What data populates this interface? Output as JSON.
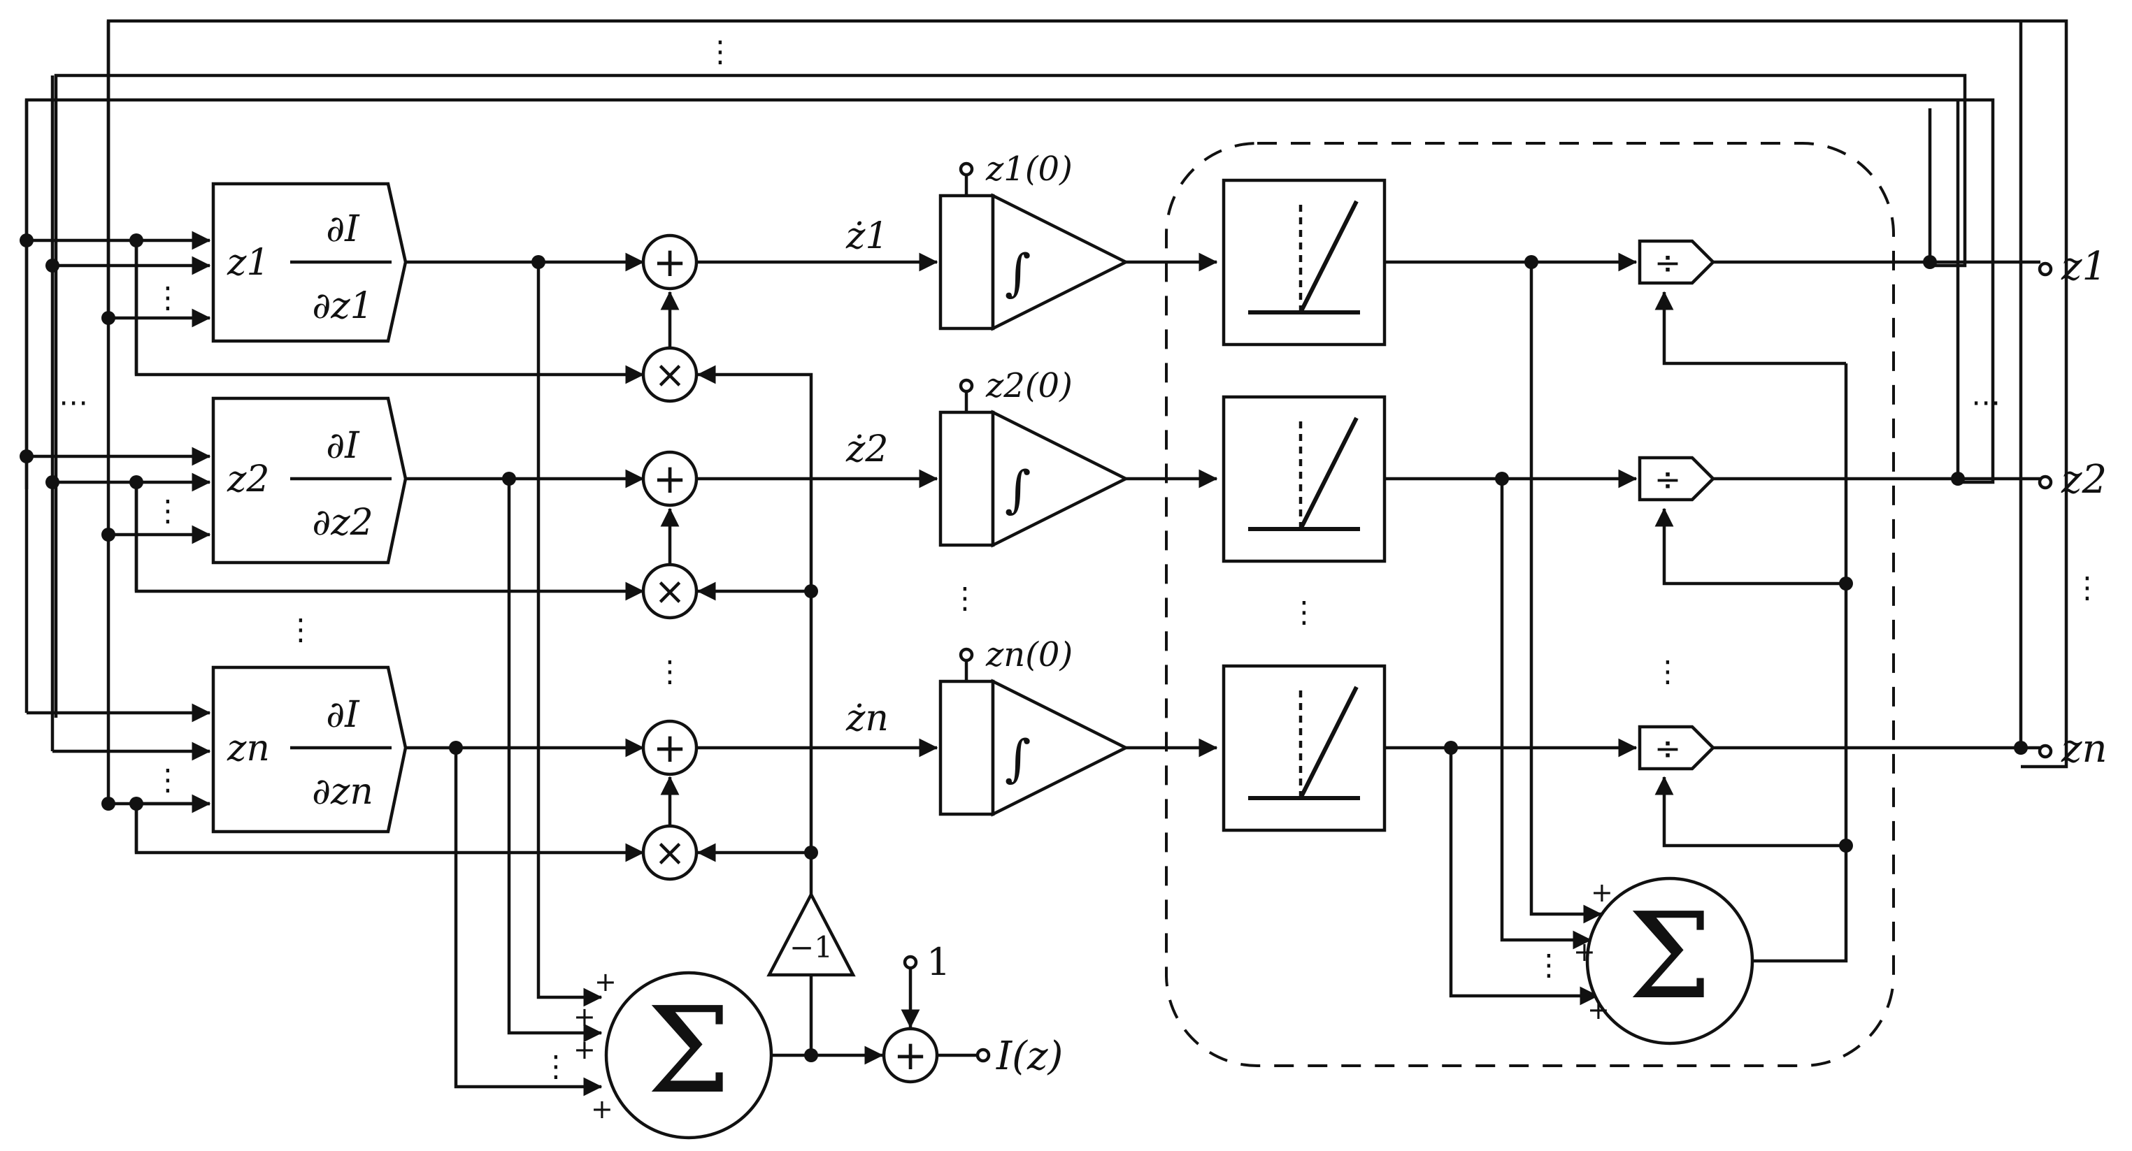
{
  "block_labels": {
    "partial_num": "∂I",
    "partial_den": [
      "∂z1",
      "∂z2",
      "∂zn"
    ],
    "prefix": [
      "z1",
      "z2",
      "zn"
    ]
  },
  "signals": {
    "derivatives": [
      "ż1",
      "ż2",
      "żn"
    ],
    "outputs": [
      "z1",
      "z2",
      "zn"
    ],
    "initial_conditions": [
      "z1(0)",
      "z2(0)",
      "zn(0)"
    ],
    "objective_output": "I(z)",
    "constant_input": "1"
  },
  "operators": {
    "adder": "+",
    "multiplier": "×",
    "summation": "Σ",
    "divider": "÷",
    "integral": "∫",
    "gain": "−1"
  },
  "sum_signs": "+",
  "ellipsis_vertical": "⋮",
  "ellipsis_horizontal": "⋯"
}
